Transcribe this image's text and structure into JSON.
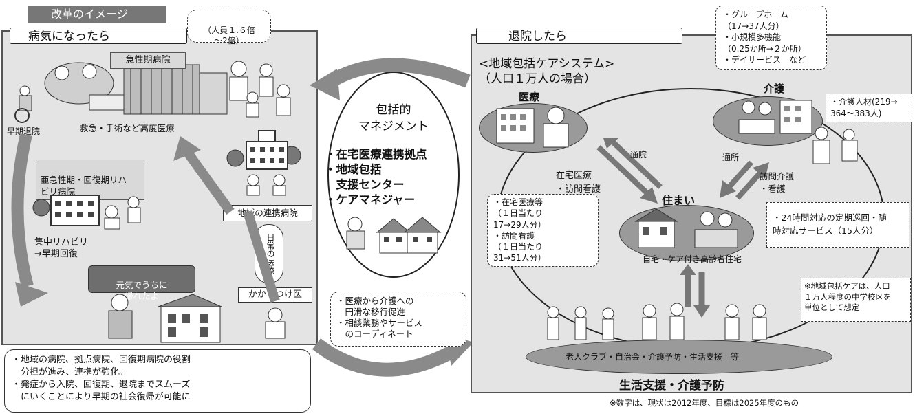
{
  "header": {
    "title": "改革のイメージ",
    "staff_note": "（人員１.６倍\n～2倍）"
  },
  "left": {
    "title": "病気になったら",
    "acute_hospital": "急性期病院",
    "acute_caption": "救急・手術など高度医療",
    "early_discharge": "早期退院",
    "subacute": "亜急性期・回復期リハ\nビリ病院",
    "rehab_caption": "集中リハビリ\n→早期回復",
    "local_hospital": "地域の連携病院",
    "daily_care": "日常の医療",
    "home_bubble": "元気でうちに\n帰れたよ",
    "family_doctor": "かかりつけ医"
  },
  "bottom_note": {
    "lines": [
      "・地域の病院、拠点病院、回復期病院の役割",
      "　分担が進み、連携が強化。",
      "・発症から入院、回復期、退院までスムーズ",
      "　にいくことにより早期の社会復帰が可能に"
    ]
  },
  "center": {
    "title": "包括的\nマネジメント",
    "items": [
      "・在宅医療連携拠点",
      "・地域包括",
      "　支援センター",
      "・ケアマネジャー"
    ],
    "note": "・医療から介護への\n　円滑な移行促進\n・相談業務やサービス\n　のコーディネート"
  },
  "right": {
    "title": "退院したら",
    "system_title": "<地域包括ケアシステム>",
    "system_sub": "（人口１万人の場合）",
    "medical": "医療",
    "care": "介護",
    "home": "住まい",
    "home_caption": "自宅・ケア付き高齢者住宅",
    "outpatient": "通院",
    "homecare_nursing": "在宅医療\n・訪問看護",
    "day_service": "通所",
    "visit_care": "訪問介護\n・看護",
    "support_title": "生活支援・介護予防",
    "support_caption": "老人クラブ・自治会・介護予防・生活支援　等",
    "care_facilities": "・グループホーム\n（17→37人分）\n・小規模多機能\n（0.25か所→２か所）\n・デイサービス　など",
    "care_staff": "・介護人材(219→\n364～383人)",
    "homecare_stats": "・在宅医療等\n（１日当たり\n17→29人分）\n・訪問看護\n（１日当たり\n31→51人分）",
    "round_service": "・24時間対応の定期巡回・随\n時対応サービス（15人分）",
    "note_area": "※地域包括ケアは、人口\n１万人程度の中学校区を\n単位として想定",
    "footnote": "※数字は、現状は2012年度、目標は2025年度のもの"
  }
}
